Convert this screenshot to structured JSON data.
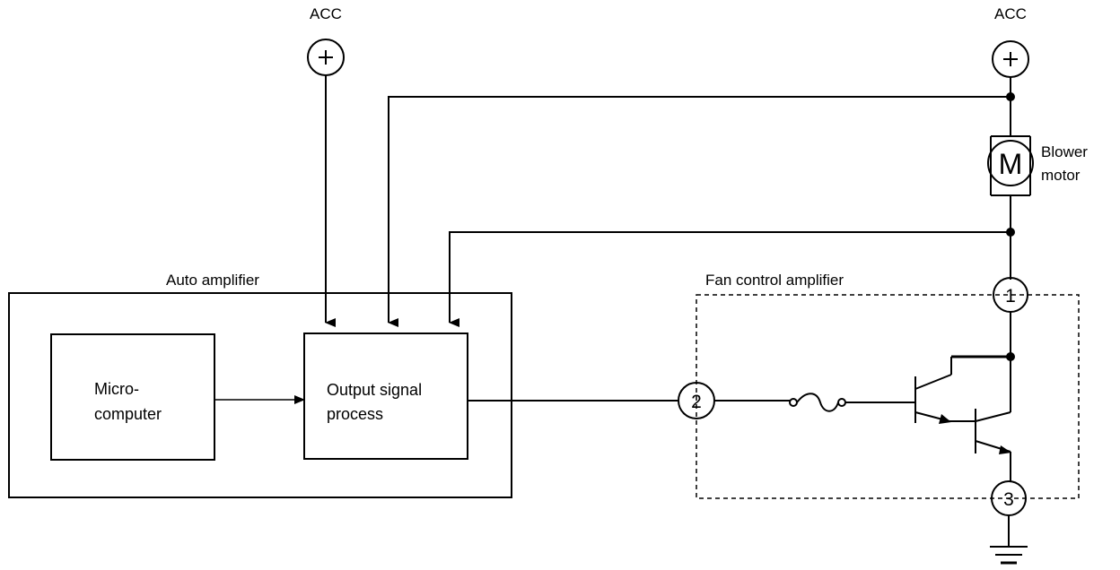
{
  "acc_left": {
    "label": "ACC",
    "symbol": "+"
  },
  "acc_right": {
    "label": "ACC",
    "symbol": "+"
  },
  "blower_motor": {
    "symbol": "M",
    "label_line1": "Blower",
    "label_line2": "motor"
  },
  "auto_amplifier": {
    "label": "Auto amplifier",
    "microcomputer": {
      "line1": "Micro-",
      "line2": "computer"
    },
    "output_signal_process": {
      "line1": "Output signal",
      "line2": "process"
    }
  },
  "fan_control_amplifier": {
    "label": "Fan control amplifier",
    "terminal_1": "1",
    "terminal_2": "2",
    "terminal_3": "3"
  },
  "icons": [
    "plus-terminal-icon",
    "motor-icon",
    "fuse-icon",
    "transistor-icon",
    "ground-icon",
    "arrow-icon"
  ]
}
